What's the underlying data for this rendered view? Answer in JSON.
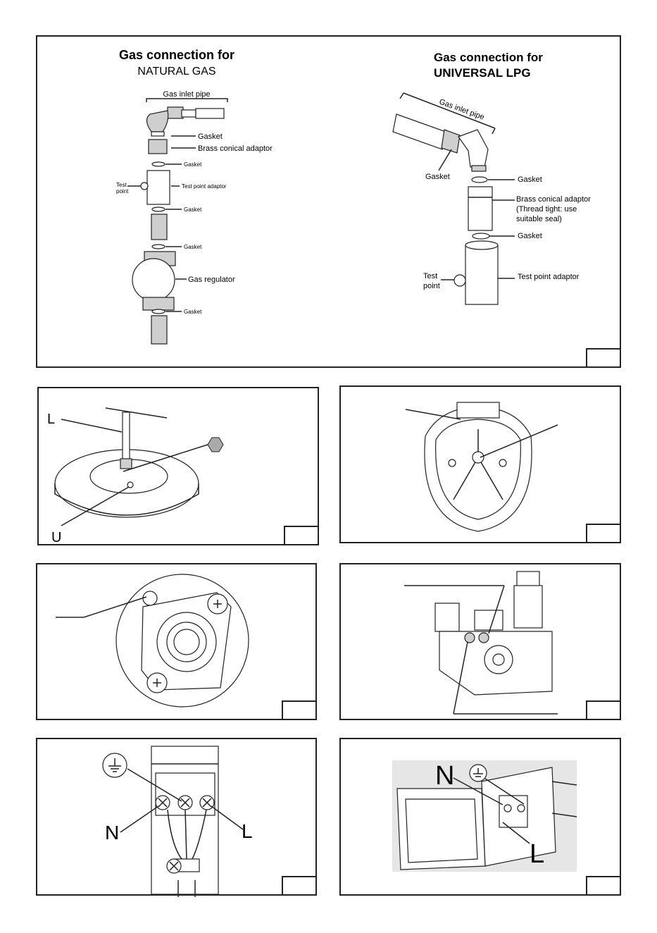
{
  "panel1": {
    "natural": {
      "title_line1": "Gas connection for",
      "title_line2": "NATURAL GAS",
      "labels": {
        "gas_inlet_pipe": "Gas inlet pipe",
        "gasket1": "Gasket",
        "brass_adaptor": "Brass conical adaptor",
        "gasket2": "Gasket",
        "test_point_a": "Test",
        "test_point_b": "point",
        "test_point_adaptor": "Test point adaptor",
        "gasket3": "Gasket",
        "gasket4": "Gasket",
        "gas_regulator": "Gas regulator",
        "gasket5": "Gasket"
      }
    },
    "lpg": {
      "title_line1": "Gas connection for",
      "title_line2": "UNIVERSAL LPG",
      "labels": {
        "gas_inlet_pipe": "Gas inlet pipe",
        "gasket_left": "Gasket",
        "gasket_right": "Gasket",
        "brass_adaptor": "Brass conical adaptor",
        "thread_line1": "(Thread tight: use",
        "thread_line2": "suitable seal)",
        "gasket_lower": "Gasket",
        "test_point_a": "Test",
        "test_point_b": "point",
        "test_point_adaptor": "Test point adaptor"
      }
    }
  },
  "panel2": {
    "label_l": "L",
    "label_u": "U"
  },
  "panel7": {
    "label_n": "N",
    "label_l": "L"
  },
  "panel8": {
    "label_n": "N",
    "label_l": "L"
  }
}
